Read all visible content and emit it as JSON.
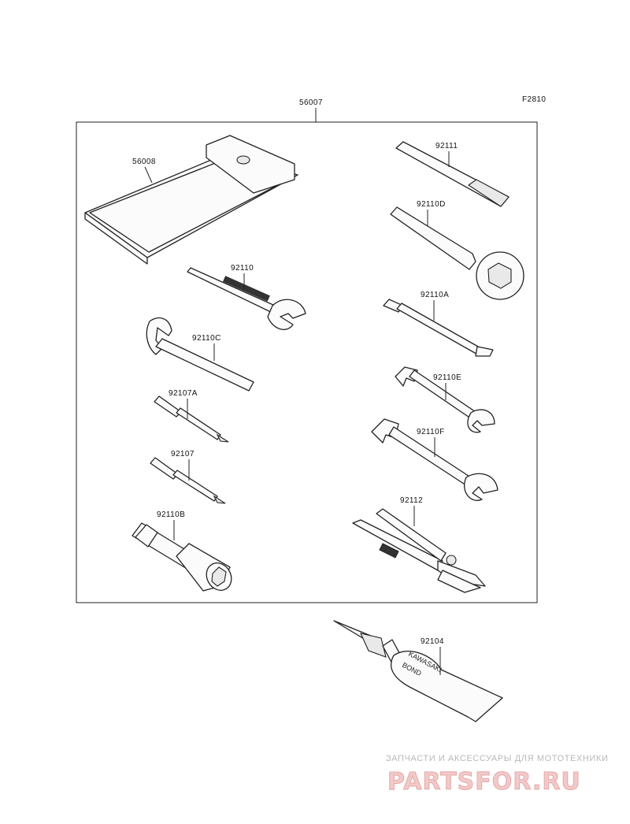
{
  "figure_code": "F2810",
  "assembly_label": "56007",
  "parts": [
    {
      "id": "56008"
    },
    {
      "id": "92111"
    },
    {
      "id": "92110D"
    },
    {
      "id": "92110"
    },
    {
      "id": "92110A"
    },
    {
      "id": "92110C"
    },
    {
      "id": "92110E"
    },
    {
      "id": "92107A"
    },
    {
      "id": "92110F"
    },
    {
      "id": "92107"
    },
    {
      "id": "92112"
    },
    {
      "id": "92110B"
    },
    {
      "id": "92104"
    }
  ],
  "tube_print": {
    "line1": "KAWASAKI",
    "line2": "BOND"
  },
  "watermark": {
    "tagline": "ЗАПЧАСТИ И АКСЕССУАРЫ ДЛЯ МОТОТЕХНИКИ",
    "logo": "PARTSFOR.RU",
    "color": "#e7a9a9"
  }
}
